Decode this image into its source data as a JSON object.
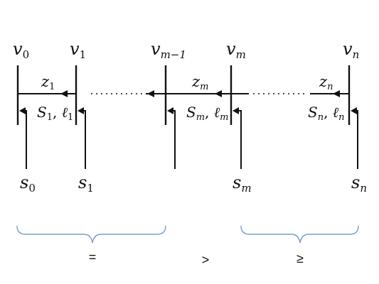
{
  "buses": [
    {
      "v": "v",
      "v_sub": "0",
      "s": "s",
      "s_sub": "0"
    },
    {
      "v": "v",
      "v_sub": "1",
      "s": "s",
      "s_sub": "1"
    },
    {
      "v": "v",
      "v_sub": "m−1"
    },
    {
      "v": "v",
      "v_sub": "m",
      "s": "s",
      "s_sub": "m"
    },
    {
      "v": "v",
      "v_sub": "n",
      "s": "s",
      "s_sub": "n"
    }
  ],
  "lines": [
    {
      "z": "z",
      "z_sub": "1",
      "S": "S",
      "S_sub": "1",
      "l": "ℓ",
      "l_sub": "1"
    },
    {
      "z": "z",
      "z_sub": "m",
      "S": "S",
      "S_sub": "m",
      "l": "ℓ",
      "l_sub": "m"
    },
    {
      "z": "z",
      "z_sub": "n",
      "S": "S",
      "S_sub": "n",
      "l": "ℓ",
      "l_sub": "n"
    }
  ],
  "comparisons": [
    "=",
    ">",
    "≥"
  ]
}
